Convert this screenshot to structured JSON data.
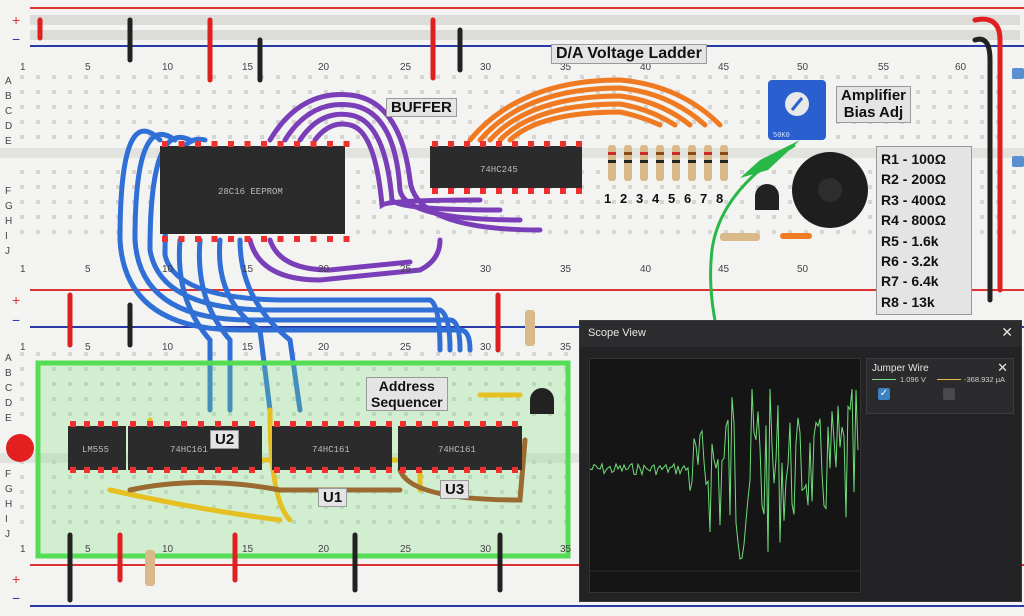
{
  "labels": {
    "da_ladder": "D/A Voltage Ladder",
    "buffer": "BUFFER",
    "amp_bias_line1": "Amplifier",
    "amp_bias_line2": "Bias Adj",
    "address_seq_line1": "Address",
    "address_seq_line2": "Sequencer",
    "u1": "U1",
    "u2": "U2",
    "u3": "U3"
  },
  "chips": {
    "eeprom": "28C16 EEPROM",
    "buffer": "74HC245",
    "timer": "LM555",
    "counter1": "74HC161",
    "counter2": "74HC161",
    "counter3": "74HC161",
    "pot": "50K0"
  },
  "resistor_numbers": [
    "1",
    "2",
    "3",
    "4",
    "5",
    "6",
    "7",
    "8"
  ],
  "legend": [
    "R1 - 100Ω",
    "R2 - 200Ω",
    "R3 - 400Ω",
    "R4 - 800Ω",
    "R5 - 1.6k",
    "R6 - 3.2k",
    "R7 - 6.4k",
    "R8 - 13k"
  ],
  "breadboard": {
    "row_letters_top": [
      "A",
      "B",
      "C",
      "D",
      "E",
      "F",
      "G",
      "H",
      "I",
      "J"
    ],
    "row_letters_bottom": [
      "A",
      "B",
      "C",
      "D",
      "E",
      "F",
      "G",
      "H",
      "I",
      "J"
    ],
    "column_numbers": [
      "1",
      "5",
      "10",
      "15",
      "20",
      "25",
      "30",
      "35",
      "40",
      "45",
      "50",
      "55",
      "60"
    ],
    "column_numbers_bottom": [
      "1",
      "5",
      "10",
      "15",
      "20",
      "25",
      "30",
      "35"
    ],
    "rail_plus": "+",
    "rail_minus": "−"
  },
  "scope": {
    "title": "Scope View",
    "close_glyph": "✕",
    "probe": {
      "name": "Jumper Wire",
      "close_glyph": "✕",
      "voltage": "1.096 V",
      "current": "-368.932 µA",
      "voltage_color": "#7ee08a",
      "current_color": "#e0c04a",
      "voltage_checked": true,
      "current_checked": false
    },
    "trace_color": "#6fdc7a"
  },
  "colors": {
    "address_box": "#55dd55",
    "probe_wire": "#28b848",
    "chip_body": "#2b2b2b"
  }
}
